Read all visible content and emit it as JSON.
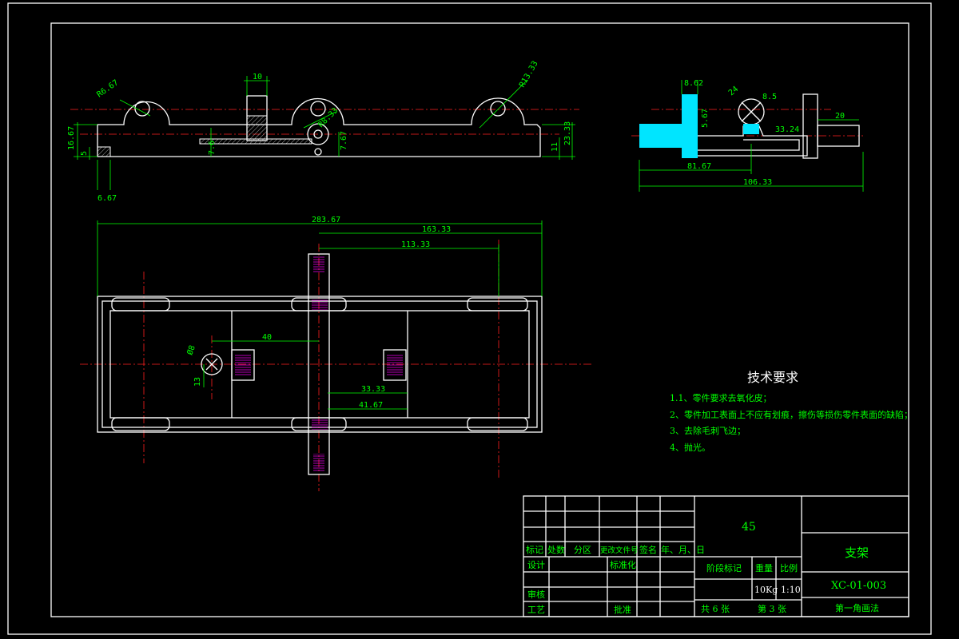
{
  "dimensions": {
    "front_top_width": "10",
    "front_hole_radius": "R6.67",
    "front_radius_right": "R13.33",
    "front_radius_mid": "R8.33",
    "front_left_height": "16.67",
    "front_left_small": "5",
    "front_left_bottom": "6.67",
    "front_step": "7.67",
    "front_step2": "7.6",
    "front_right_a": "11",
    "front_right_b": "23.33",
    "side_top": "8.62",
    "side_small": "5.67",
    "side_mid": "33.24",
    "side_dia": "24",
    "side_dia2": "8.5",
    "side_right": "20",
    "side_bottom_a": "81.67",
    "side_bottom_b": "106.33",
    "top_overall": "283.67",
    "top_right_span": "163.33",
    "top_inner_span": "113.33",
    "top_hole": "40",
    "top_small_a": "33.33",
    "top_small_b": "41.67",
    "top_dia": "Ø8",
    "top_r": "13"
  },
  "notes": {
    "title": "技术要求",
    "items": [
      "1.1、零件要求去氧化皮；",
      "2、零件加工表面上不应有划痕，擦伤等损伤零件表面的缺陷；",
      "3、去除毛刺飞边；",
      "4、抛光。"
    ]
  },
  "title_block": {
    "headers": [
      "标记",
      "处数",
      "分区",
      "更改文件号",
      "签名",
      "年、月、日"
    ],
    "design": "设计",
    "standard": "标准化",
    "review": "审核",
    "process": "工艺",
    "approve": "批准",
    "material": "45",
    "stage_mark": "阶段标记",
    "weight_label": "重量",
    "scale_label": "比例",
    "weight": "10Kg",
    "scale": "1:10",
    "total_sheets": "共 6 张",
    "sheet_no": "第 3 张",
    "part_name": "支架",
    "drawing_no": "XC-01-003",
    "projection": "第一角画法"
  },
  "colors": {
    "background": "#000000",
    "outline": "#ffffff",
    "dimension": "#00ff00",
    "centerline": "#ff2020",
    "section_fill": "#00e5ff"
  }
}
